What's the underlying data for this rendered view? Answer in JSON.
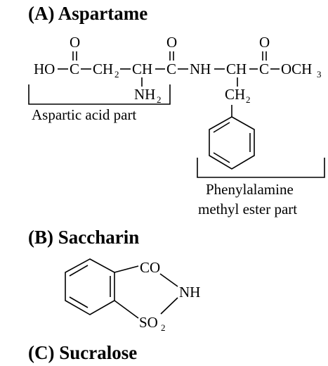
{
  "sections": {
    "aspartame": "(A) Aspartame",
    "saccharin": "(B) Saccharin",
    "sucralose": "(C) Sucralose"
  },
  "aspartame_atoms": {
    "o1": "O",
    "o2": "O",
    "o3": "O",
    "ho": "HO",
    "c1": "C",
    "ch2a": "CH",
    "ch2a_sub": "2",
    "ch1": "CH",
    "c2": "C",
    "nh": "NH",
    "ch2": "CH",
    "c3": "C",
    "och3": "OCH",
    "och3_sub": "3",
    "nh2": "NH",
    "nh2_sub": "2",
    "ch2b": "CH",
    "ch2b_sub": "2"
  },
  "aspartame_labels": {
    "aspartic": "Aspartic acid part",
    "phenyl_line1": "Phenylalamine",
    "phenyl_line2": "methyl ester part"
  },
  "saccharin_atoms": {
    "co": "CO",
    "nh": "NH",
    "so2": "SO",
    "so2_sub": "2"
  }
}
